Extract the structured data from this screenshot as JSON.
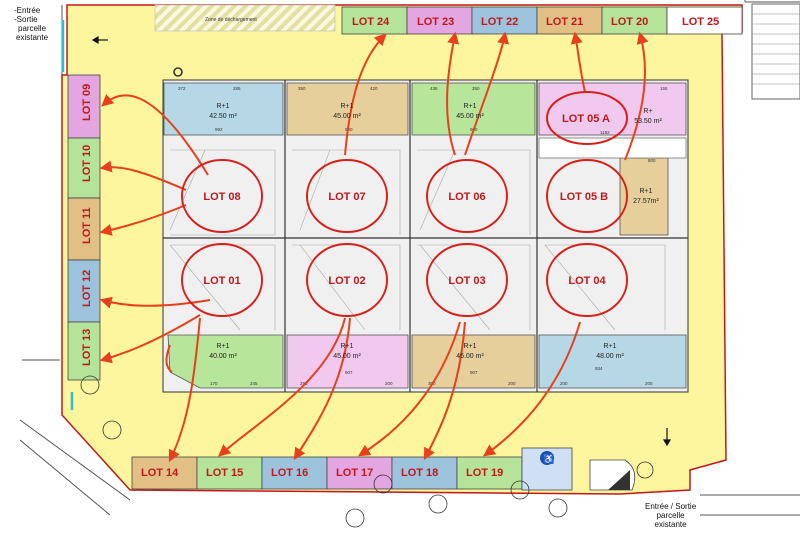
{
  "top_left_note": [
    "-Entrée",
    "-Sortie",
    "parcelle",
    "existante"
  ],
  "bottom_right_note": [
    "Entrée / Sortie",
    "parcelle",
    "existante"
  ],
  "zone_label": "Zone de déchargement",
  "perimeter_lots": {
    "top": [
      "LOT 24",
      "LOT 23",
      "LOT 22",
      "LOT 21",
      "LOT 20",
      "LOT 25"
    ],
    "left": [
      "LOT 09",
      "LOT 10",
      "LOT 11",
      "LOT 12",
      "LOT 13"
    ],
    "bottom": [
      "LOT 14",
      "LOT 15",
      "LOT 16",
      "LOT 17",
      "LOT 18",
      "LOT 19"
    ]
  },
  "circle_lots": [
    "LOT 08",
    "LOT 07",
    "LOT 06",
    "LOT 05 B",
    "LOT 05 A",
    "LOT 01",
    "LOT 02",
    "LOT 03",
    "LOT 04"
  ],
  "units_top": [
    {
      "level": "R+1",
      "area": "42.50 m²"
    },
    {
      "level": "R+1",
      "area": "45.00 m²"
    },
    {
      "level": "R+1",
      "area": "45.00 m²"
    },
    {
      "level": "R+",
      "area": "53.50 m²"
    }
  ],
  "unit_05b": {
    "level": "R+1",
    "area": "27.57m²"
  },
  "units_bottom": [
    {
      "level": "R+1",
      "area": "40.00 m²"
    },
    {
      "level": "R+1",
      "area": "45.00 m²"
    },
    {
      "level": "R+1",
      "area": "45.00 m²"
    },
    {
      "level": "R+1",
      "area": "48.00 m²"
    }
  ]
}
